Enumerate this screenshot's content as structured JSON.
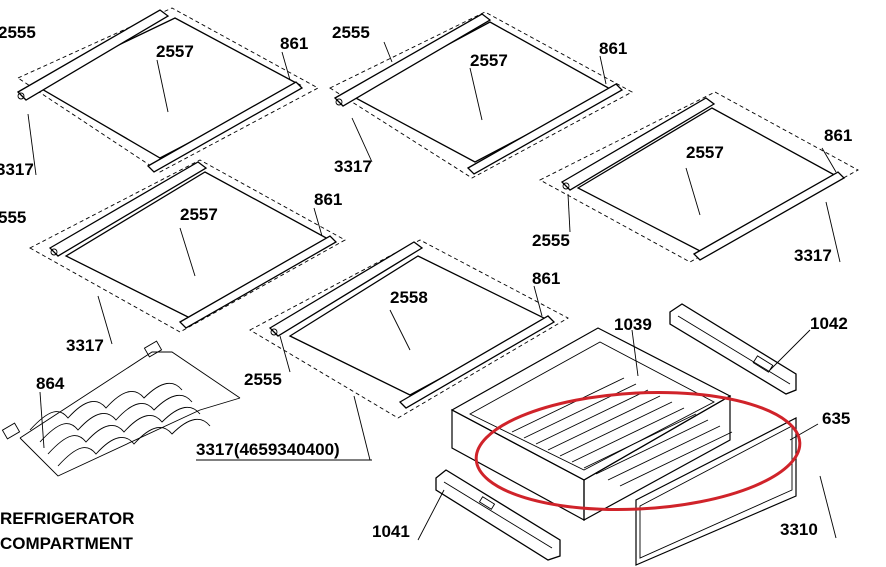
{
  "labels": {
    "s1_2555": "2555",
    "s1_2557": "2557",
    "s1_861": "861",
    "s1_3317": "3317",
    "s2_2555": "2555",
    "s2_2557": "2557",
    "s2_861": "861",
    "s2_3317": "3317",
    "s3_2555": "555",
    "s3_2557": "2557",
    "s3_861": "861",
    "s3_3317": "3317",
    "s4_861": "861",
    "s4_2557": "2557",
    "s4_2555": "2555",
    "s4_3317": "3317",
    "s5_2558": "2558",
    "s5_861": "861",
    "s5_2555": "2555",
    "s5_3317": "3317(4659340400)",
    "rack_864": "864",
    "drawer_1039": "1039",
    "drawer_1042": "1042",
    "drawer_635": "635",
    "drawer_1041": "1041",
    "drawer_3310": "3310"
  },
  "section_title": [
    "REFRIGERATOR",
    "COMPARTMENT"
  ],
  "highlight_color": "#d0232a"
}
